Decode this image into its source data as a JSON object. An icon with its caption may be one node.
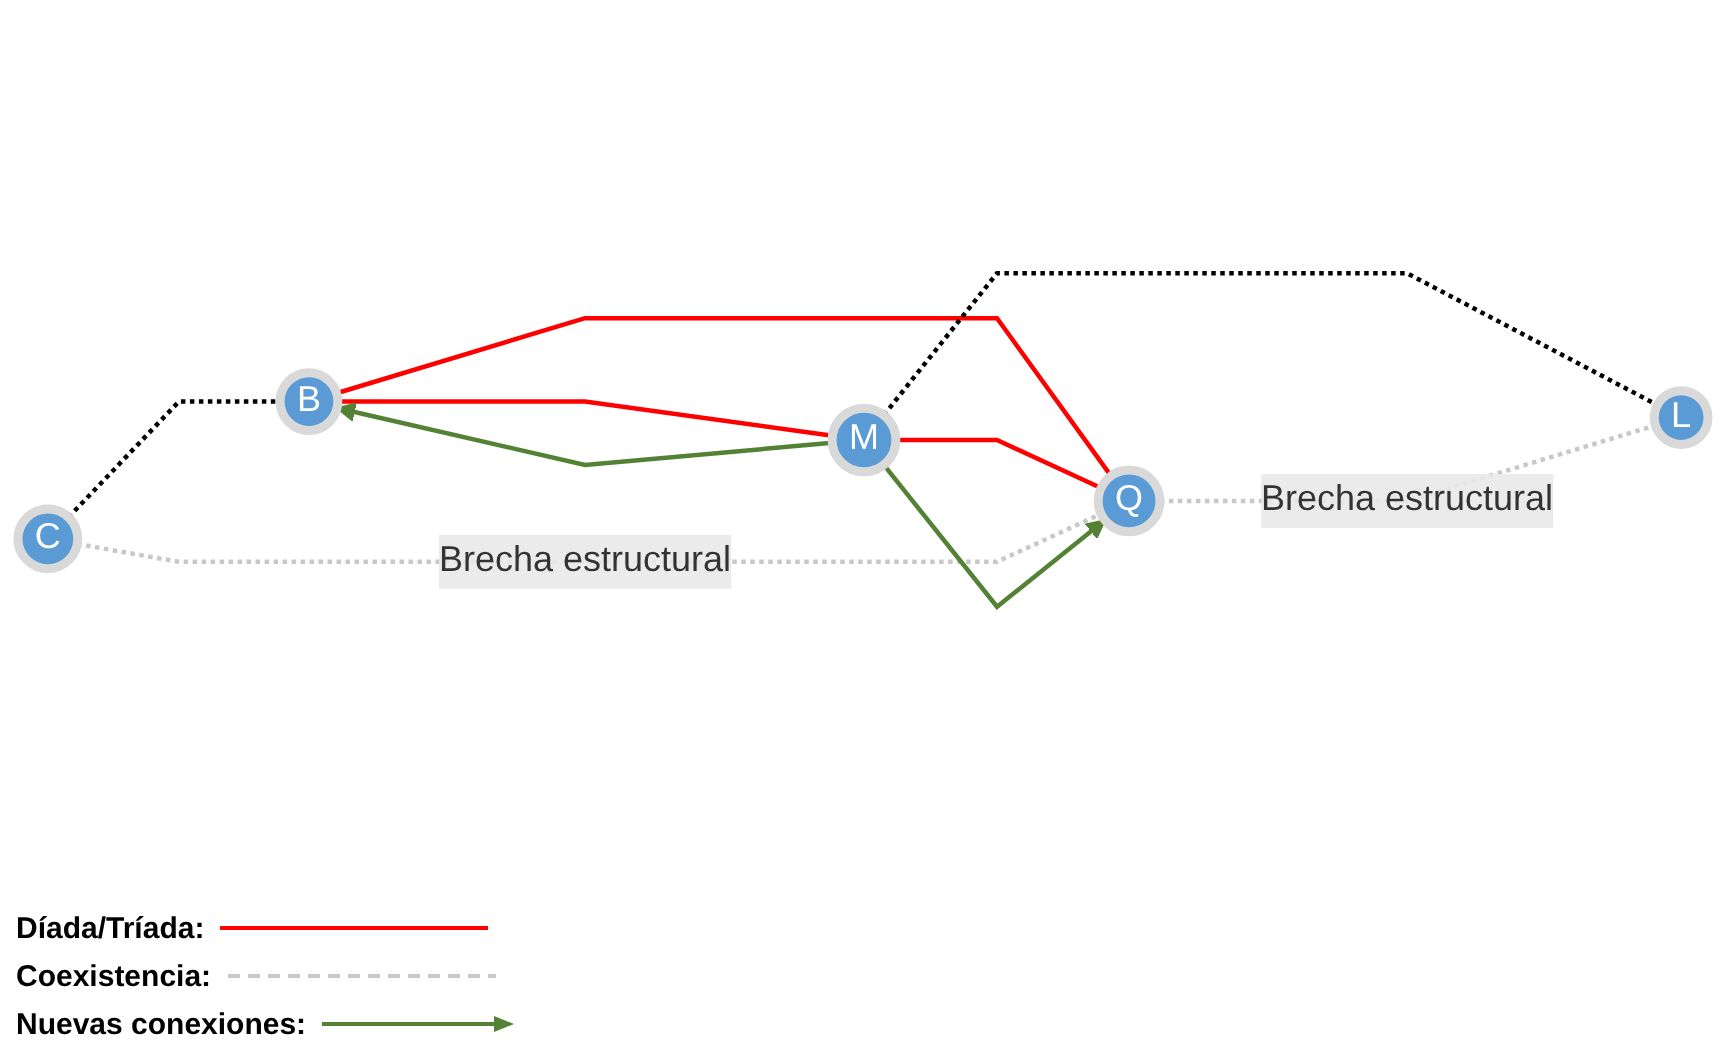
{
  "diagram": {
    "nodes": [
      {
        "text": [
          "B"
        ]
      },
      {
        "text": [
          "C"
        ]
      },
      {
        "text": [
          "M"
        ]
      },
      {
        "text": [
          "Q"
        ]
      },
      {
        "text": [
          "L"
        ]
      }
    ],
    "edges": [
      {
        "from": 1,
        "to": 0,
        "arrow": "none",
        "style": "dashed",
        "color": "#000000"
      },
      {
        "from": 0,
        "to": 2,
        "arrow": "none",
        "color": "#ff0000"
      },
      {
        "from": 0,
        "to": 3,
        "arrow": "none",
        "color": "#ff0000"
      },
      {
        "from": 2,
        "to": 3,
        "arrow": "none",
        "color": "#ff0000"
      },
      {
        "from": 2,
        "to": 4,
        "arrow": "none",
        "style": "dashed",
        "color": "#000000"
      },
      {
        "from": 1,
        "to": 3,
        "arrow": "none",
        "style": "dashed",
        "color": "#c8c8c8",
        "label": "Brecha estructural"
      },
      {
        "from": 3,
        "to": 4,
        "arrow": "none",
        "style": "dashed",
        "color": "#c8c8c8",
        "label": "Brecha estructural"
      },
      {
        "from": 2,
        "to": 0,
        "arrow": "to",
        "color": "#548235"
      },
      {
        "from": 2,
        "to": 3,
        "arrow": "to",
        "color": "#548235"
      }
    ],
    "legend": [
      {
        "text": "Díada/Tríada:"
      },
      {
        "text": "Coexistencia:"
      },
      {
        "text": "Nuevas conexiones:"
      }
    ]
  }
}
